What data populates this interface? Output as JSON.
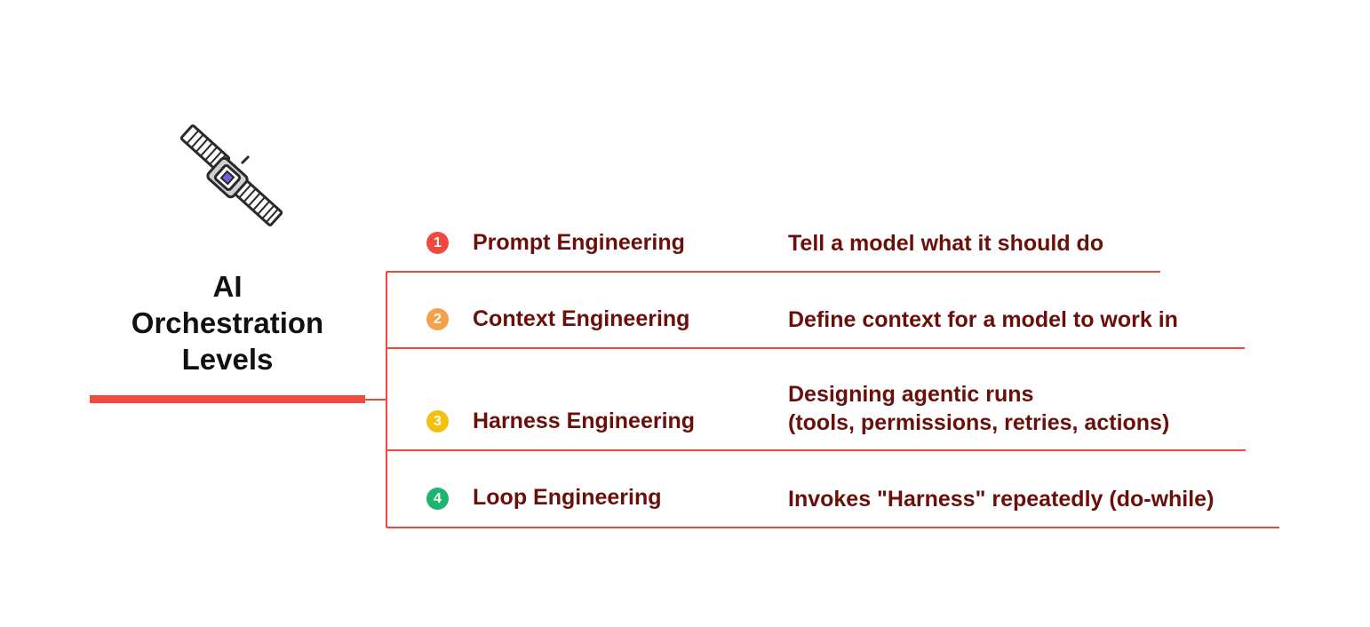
{
  "title_lines": [
    "AI",
    "Orchestration",
    "Levels"
  ],
  "levels": [
    {
      "number": "1",
      "name": "Prompt Engineering",
      "desc": [
        "Tell a model what it should do"
      ],
      "color": "#f04a3e"
    },
    {
      "number": "2",
      "name": "Context Engineering",
      "desc": [
        "Define context for a model to work in"
      ],
      "color": "#f5a04a"
    },
    {
      "number": "3",
      "name": "Harness Engineering",
      "desc": [
        "Designing agentic runs",
        "(tools, permissions, retries, actions)"
      ],
      "color": "#f2c10e"
    },
    {
      "number": "4",
      "name": "Loop Engineering",
      "desc": [
        "Invokes \"Harness\" repeatedly (do-while)"
      ],
      "color": "#1fb56e"
    }
  ],
  "colors": {
    "accent": "#f04a3e",
    "text_dark": "#6b0f0a",
    "title": "#111111"
  },
  "icon": "satellite-icon"
}
